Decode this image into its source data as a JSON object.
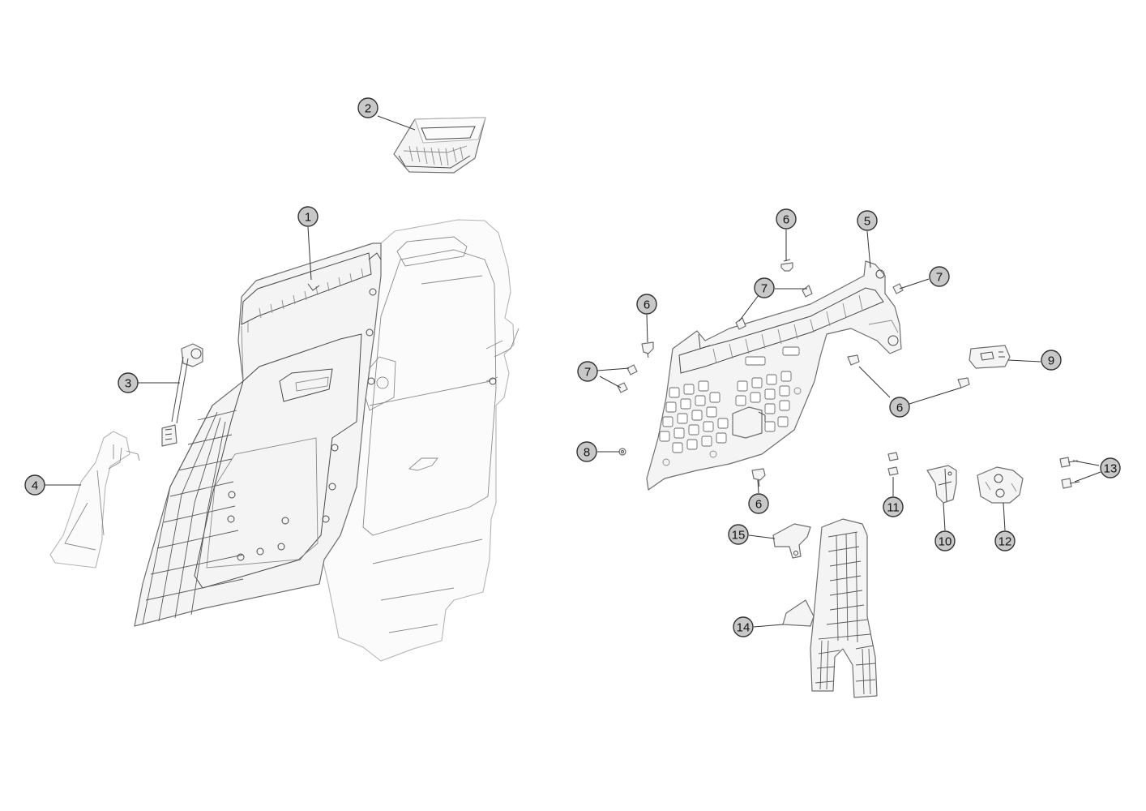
{
  "callouts": [
    {
      "id": "c1",
      "label": "1"
    },
    {
      "id": "c2",
      "label": "2"
    },
    {
      "id": "c3",
      "label": "3"
    },
    {
      "id": "c4",
      "label": "4"
    },
    {
      "id": "c5",
      "label": "5"
    },
    {
      "id": "c6a",
      "label": "6"
    },
    {
      "id": "c6b",
      "label": "6"
    },
    {
      "id": "c6c",
      "label": "6"
    },
    {
      "id": "c6d",
      "label": "6"
    },
    {
      "id": "c7a",
      "label": "7"
    },
    {
      "id": "c7b",
      "label": "7"
    },
    {
      "id": "c7c",
      "label": "7"
    },
    {
      "id": "c8",
      "label": "8"
    },
    {
      "id": "c9",
      "label": "9"
    },
    {
      "id": "c10",
      "label": "10"
    },
    {
      "id": "c11",
      "label": "11"
    },
    {
      "id": "c12",
      "label": "12"
    },
    {
      "id": "c13",
      "label": "13"
    },
    {
      "id": "c14",
      "label": "14"
    },
    {
      "id": "c15",
      "label": "15"
    }
  ]
}
